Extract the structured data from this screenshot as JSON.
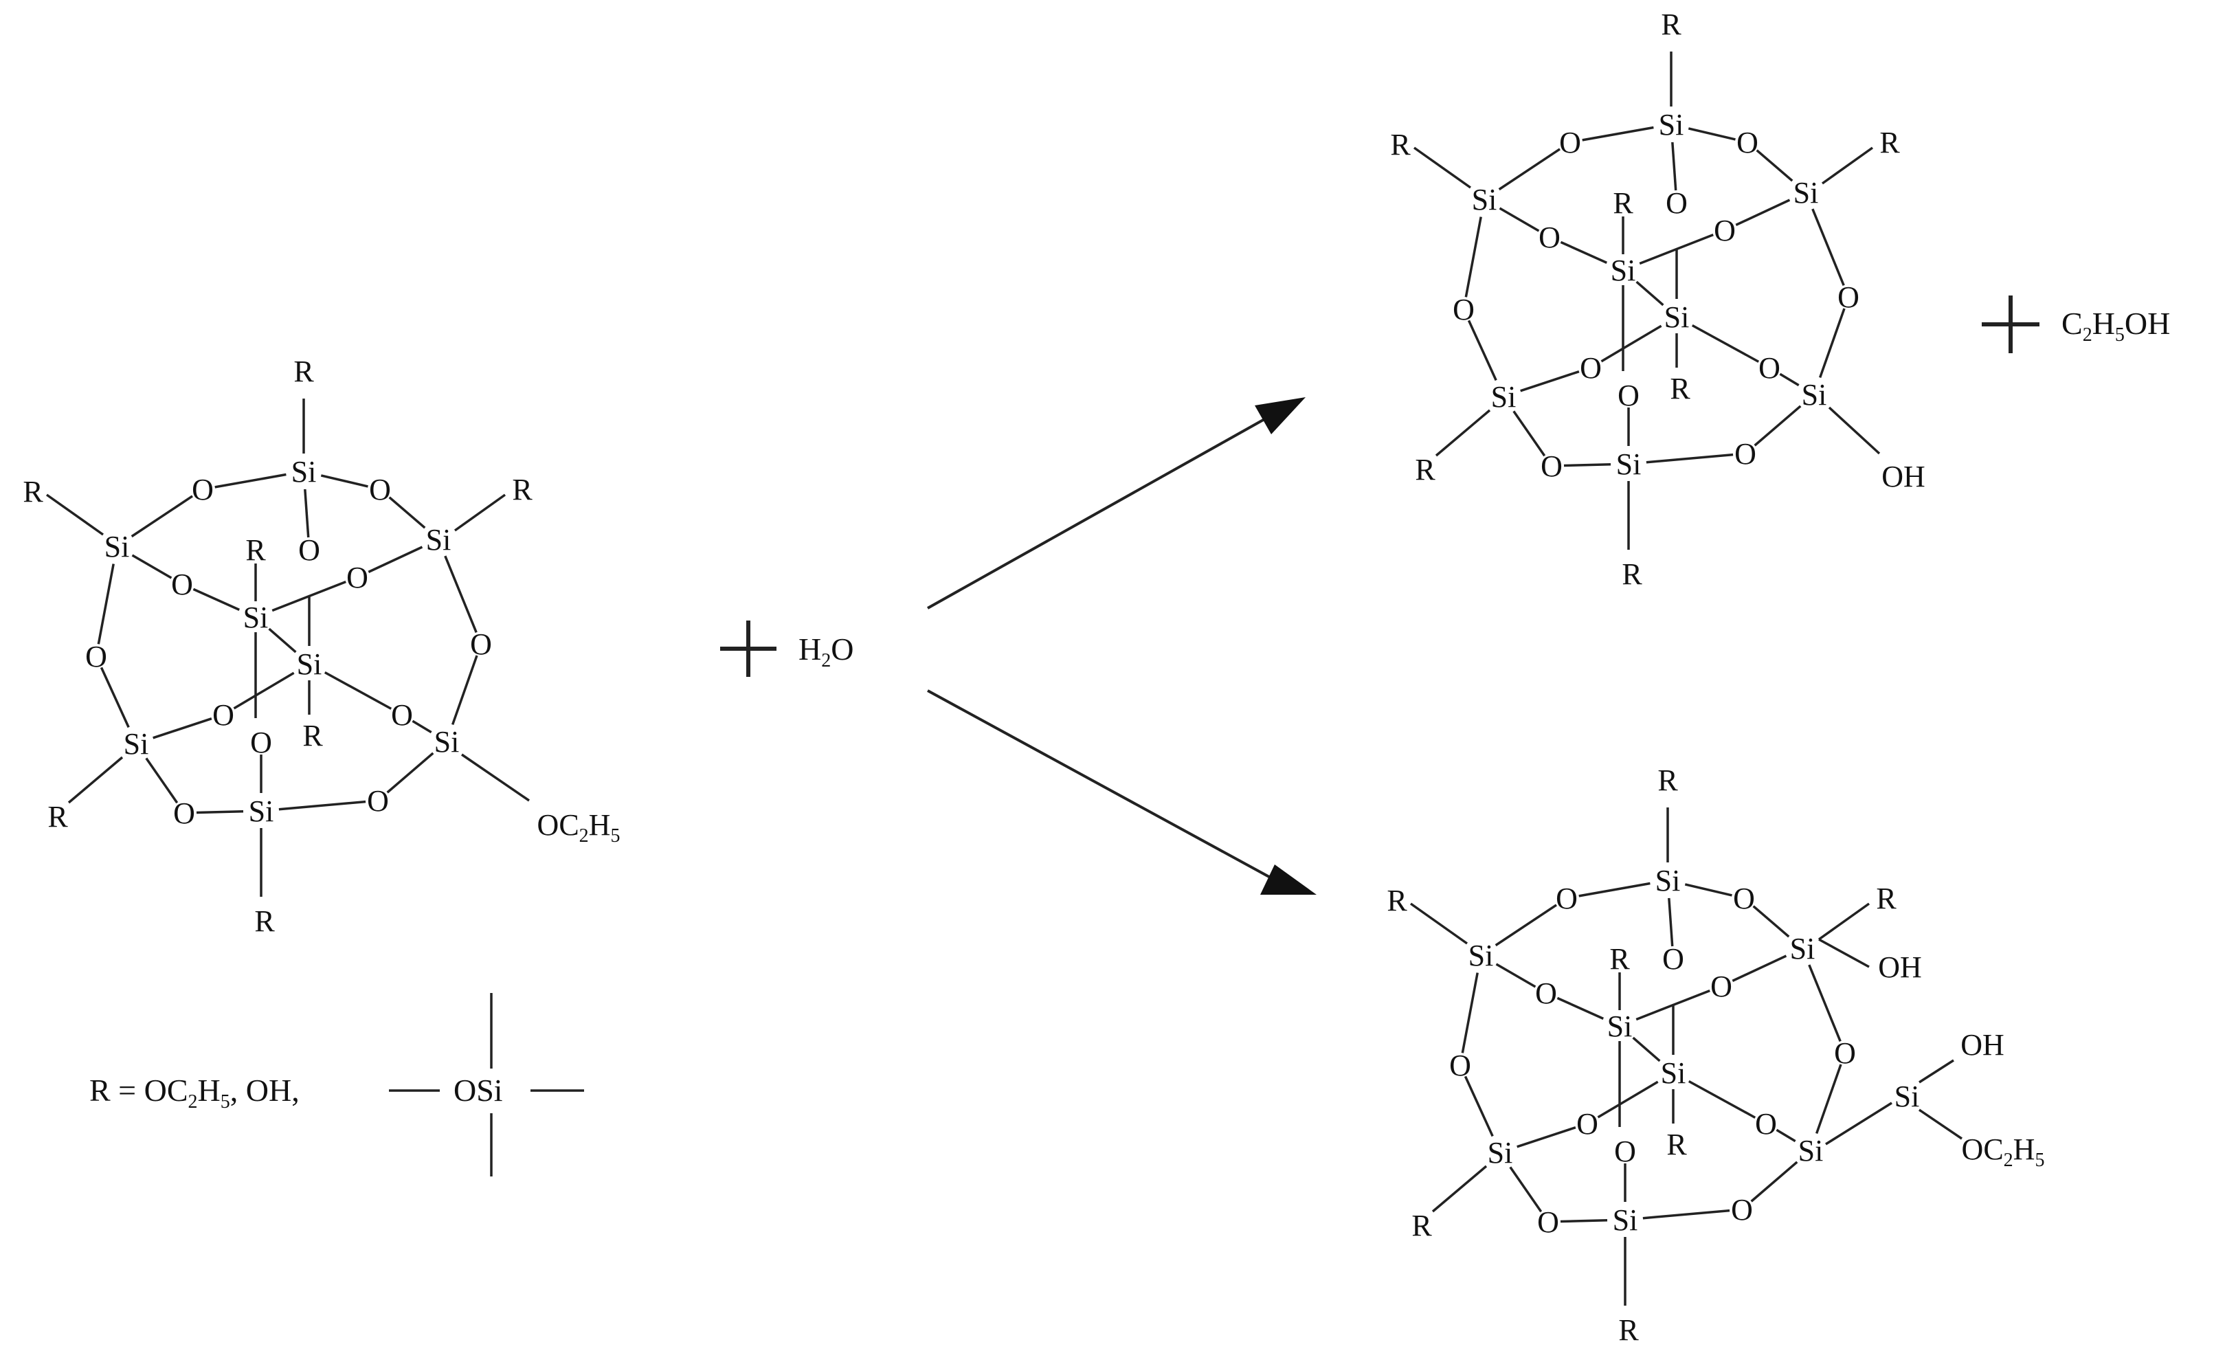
{
  "reactant": {
    "R_labels": [
      "R",
      "R",
      "R",
      "R",
      "R",
      "R",
      "R"
    ],
    "si": "Si",
    "o": "O",
    "ethoxy_label": "OC2H5"
  },
  "reagent": {
    "plus": "+",
    "formula": "H2O"
  },
  "definition": {
    "text": "R = OC2H5, OH,",
    "fragment": "OSi"
  },
  "product_top": {
    "si": "Si",
    "o": "O",
    "r": "R",
    "hydroxyl": "OH",
    "byproduct": "C2H5OH"
  },
  "product_bottom": {
    "si": "Si",
    "o": "O",
    "r": "R",
    "hydroxyl_1": "OH",
    "hydroxyl_2": "OH",
    "ethoxy_label": "OC2H5"
  }
}
